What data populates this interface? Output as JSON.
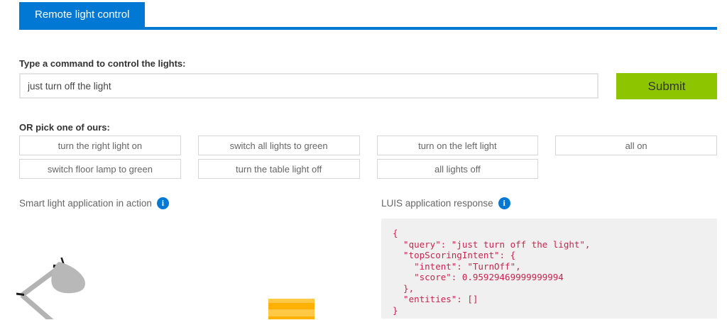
{
  "tab": {
    "label": "Remote light control"
  },
  "colors": {
    "accent_blue": "#0078D4",
    "submit_green": "#8DC500",
    "code_text_pink": "#C7254E",
    "code_background": "#F0F0F0",
    "shade_yellow": "#FFC845",
    "shade_orange": "#FFB103"
  },
  "command": {
    "label": "Type a command to control the lights:",
    "input_value": "just turn off the light",
    "submit_label": "Submit"
  },
  "suggestions": {
    "label": "OR pick one of ours:",
    "buttons": [
      "turn the right light on",
      "switch all lights to green",
      "turn on the left light",
      "all on",
      "switch floor lamp to green",
      "turn the table light off",
      "all lights off"
    ]
  },
  "panels": {
    "left_caption": "Smart light application in action",
    "right_caption": "LUIS application response",
    "info_icon_glyph": "i",
    "response_json": "{\n  \"query\": \"just turn off the light\",\n  \"topScoringIntent\": {\n    \"intent\": \"TurnOff\",\n    \"score\": 0.95929469999999994\n  },\n  \"entities\": []\n}"
  }
}
